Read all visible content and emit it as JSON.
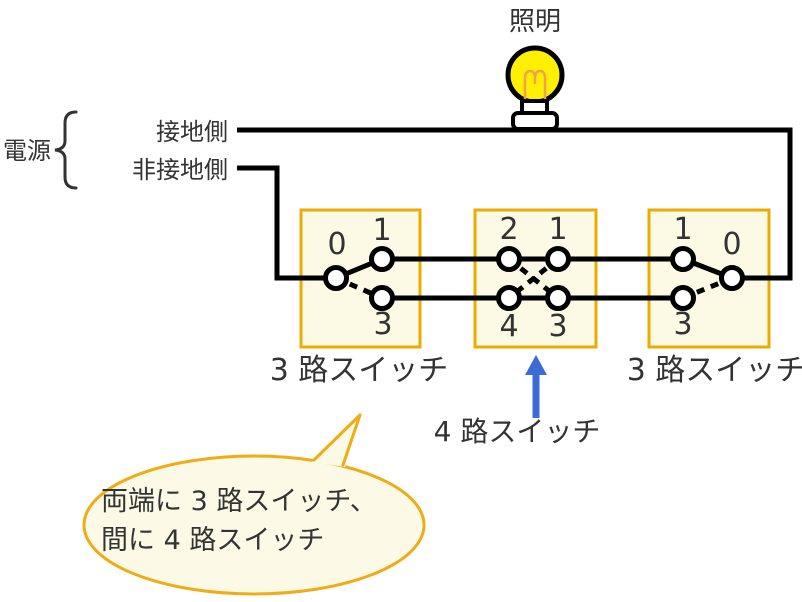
{
  "lamp": {
    "label": "照明"
  },
  "power": {
    "label": "電源",
    "grounded_label": "接地側",
    "ungrounded_label": "非接地側"
  },
  "switches": {
    "left": {
      "name_label": "3 路スイッチ",
      "terminals": [
        "0",
        "1",
        "3"
      ]
    },
    "middle": {
      "name_label": "4 路スイッチ",
      "terminals": [
        "2",
        "1",
        "4",
        "3"
      ]
    },
    "right": {
      "name_label": "3 路スイッチ",
      "terminals": [
        "1",
        "0",
        "3"
      ]
    }
  },
  "callout": {
    "line1": "両端に 3 路スイッチ、",
    "line2": "間に 4 路スイッチ"
  },
  "colors": {
    "wire": "#000000",
    "text": "#333333",
    "terminal_text": "#404040",
    "switch_label_red": "#FB3E3E",
    "arrow_blue": "#3C6BD6",
    "box_border": "#E9AC00",
    "box_fill": "#FCF9E4",
    "bubble_border": "#EFAC15",
    "bubble_fill": "#FCFAE6",
    "bulb_yellow": "#FFF000",
    "filament_orange": "#F89E4F"
  }
}
